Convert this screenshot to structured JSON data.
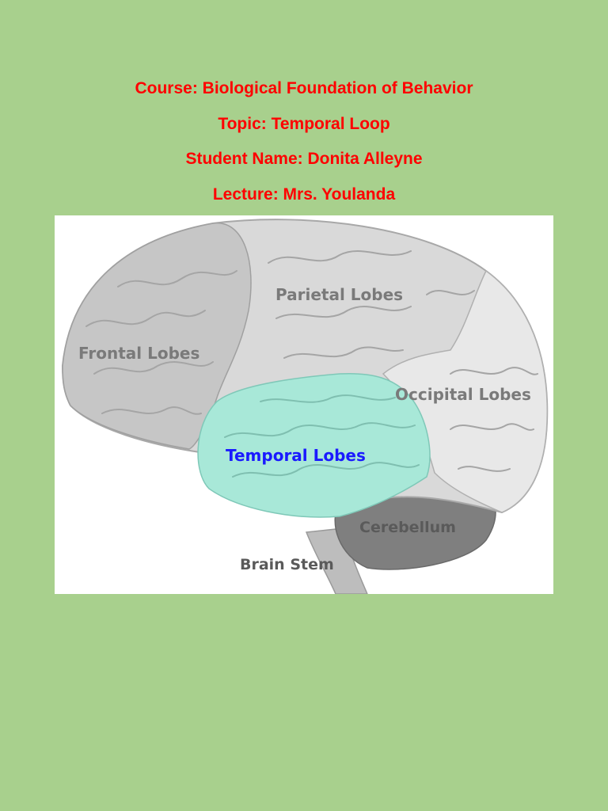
{
  "header": {
    "course": "Course: Biological Foundation of Behavior",
    "topic": "Topic: Temporal Loop",
    "student": "Student Name: Donita Alleyne",
    "lecture": "Lecture: Mrs. Youlanda"
  },
  "figure": {
    "labels": {
      "frontal": "Frontal Lobes",
      "parietal": "Parietal Lobes",
      "occipital": "Occipital Lobes",
      "temporal": "Temporal Lobes",
      "cerebellum": "Cerebellum",
      "brain_stem": "Brain Stem"
    }
  },
  "colors": {
    "page_background": "#a8d08d",
    "header_text": "#ff0000",
    "brain_lobe": "#d9d9d9",
    "frontal_lobe": "#c8c8c8",
    "temporal_lobe": "#a8e8d8",
    "cerebellum": "#7f7f7f",
    "temporal_label": "#1a1aff"
  }
}
